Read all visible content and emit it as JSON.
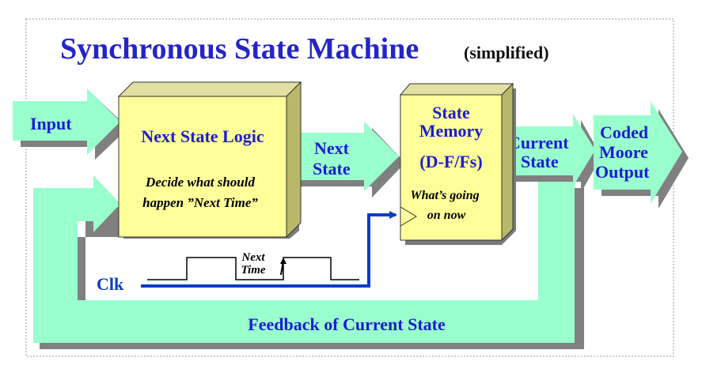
{
  "title": "Synchronous State Machine",
  "subtitle": "(simplified)",
  "input_label": "Input",
  "next_state_logic": {
    "title": "Next State Logic",
    "desc_line1": "Decide what should",
    "desc_line2": "happen ”Next Time”"
  },
  "next_state_arrow": {
    "line1": "Next",
    "line2": "State"
  },
  "state_memory": {
    "line1": "State",
    "line2": "Memory",
    "line3": "(D-F/Fs)",
    "desc_line1": "What’s going",
    "desc_line2": "on now"
  },
  "current_state_arrow": {
    "line1": "Current",
    "line2": "State"
  },
  "output_arrow": {
    "line1": "Coded",
    "line2": "Moore",
    "line3": "Output"
  },
  "clock": {
    "label": "Clk",
    "next_time_line1": "Next",
    "next_time_line2": "Time"
  },
  "feedback_label": "Feedback of Current State",
  "colors": {
    "arrow_fill": "#99ffcc",
    "arrow_shadow": "#808080",
    "box_front": "#ffff99",
    "box_side": "#b8b86a",
    "label_blue": "#1c1cd4",
    "clock_blue": "#0a3cc8"
  }
}
